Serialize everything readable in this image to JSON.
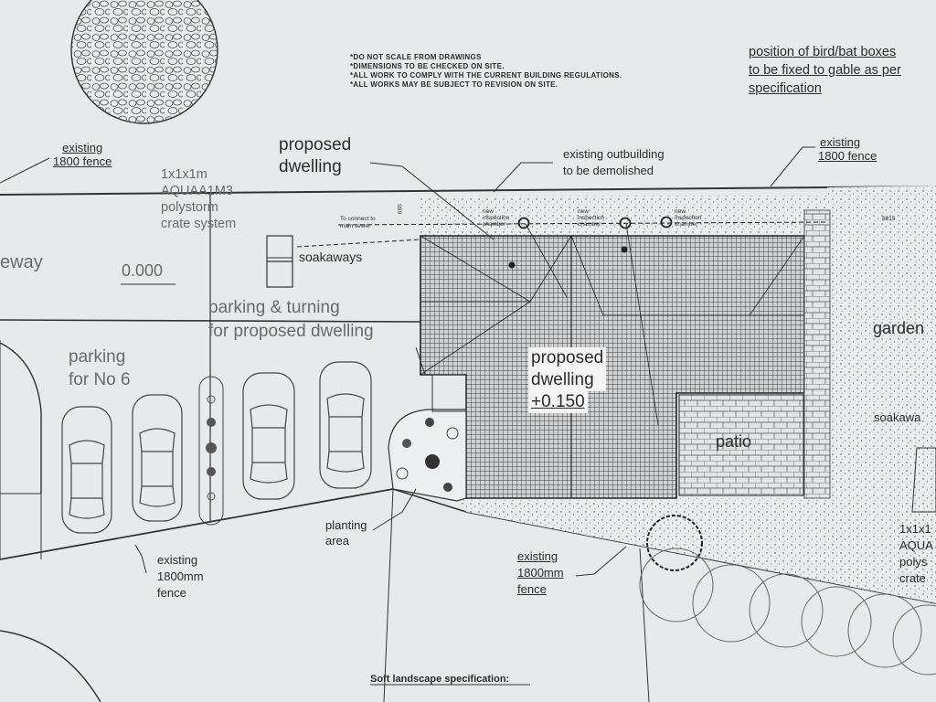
{
  "notes": [
    "*DO NOT SCALE FROM DRAWINGS",
    "*DIMENSIONS TO BE CHECKED ON SITE.",
    "*ALL WORK TO COMPLY WITH THE CURRENT BUILDING REGULATIONS.",
    "*ALL WORKS MAY BE SUBJECT TO REVISION ON SITE."
  ],
  "bird_bat_note": [
    "position of bird/bat boxes",
    "to be fixed to gable as per",
    "specification"
  ],
  "fence_left": [
    "existing",
    "1800 fence"
  ],
  "fence_right": [
    "existing",
    "1800 fence"
  ],
  "proposed_dwelling_label": [
    "proposed",
    "dwelling"
  ],
  "outbuilding": [
    "existing outbuilding",
    "to be demolished"
  ],
  "crate_left": [
    "1x1x1m",
    "AQUAA1M3",
    "polystorm",
    "crate system"
  ],
  "crate_right": [
    "1x1x1",
    "AQUA",
    "polys",
    "crate"
  ],
  "driveway": "eway",
  "level_ground": "0.000",
  "soakaways": "soakaways",
  "soakaway_right": "soakawa",
  "parking_turning": [
    "parking & turning",
    "for proposed dwelling"
  ],
  "parking_no6": [
    "parking",
    "for No 6"
  ],
  "dwelling_main": [
    "proposed",
    "dwelling",
    "+0.150"
  ],
  "patio": "patio",
  "garden": "garden",
  "planting": [
    "planting",
    "area"
  ],
  "fence_bottom_left": [
    "existing",
    "1800mm",
    "fence"
  ],
  "fence_bottom_mid": [
    "existing",
    "1800mm",
    "fence"
  ],
  "soft_landscape": "Soft landscape specification:",
  "small_text": {
    "main_sewer": [
      "To connect to",
      "main sewer"
    ],
    "dim_665": "665",
    "dim_8815": "8815",
    "chamber_1": [
      "new",
      "inspection",
      "chamber"
    ],
    "chamber_2": [
      "new",
      "inspection",
      "chamber"
    ],
    "chamber_3": [
      "new",
      "inspection",
      "chamber"
    ]
  }
}
